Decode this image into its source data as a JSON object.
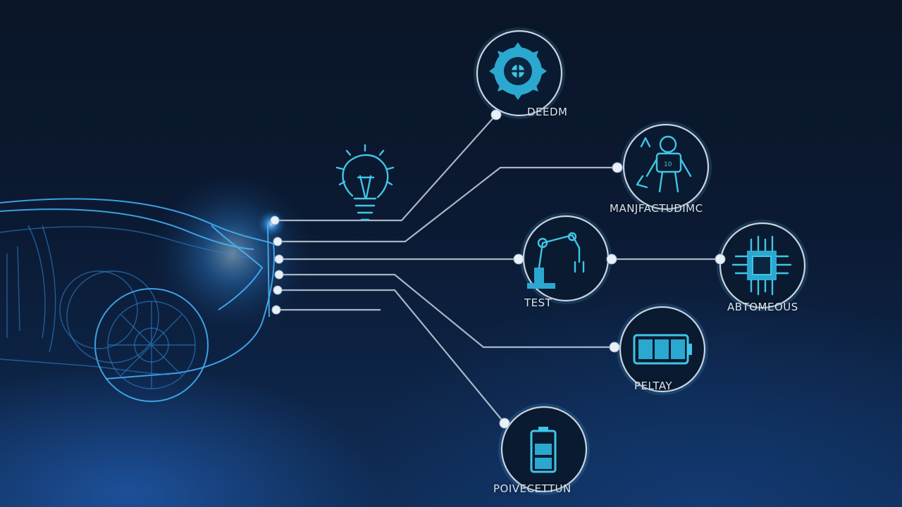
{
  "diagram": {
    "nodes": [
      {
        "id": "design",
        "label": "DEEDM",
        "icon": "gear-icon"
      },
      {
        "id": "manufacturing",
        "label": "MANJFACTUDIMC",
        "icon": "engineer-icon"
      },
      {
        "id": "test",
        "label": "TEST",
        "icon": "robot-arm-icon"
      },
      {
        "id": "autonomous",
        "label": "ABTOMEOUS",
        "icon": "chip-icon"
      },
      {
        "id": "battery",
        "label": "PELTAY",
        "icon": "battery-icon"
      },
      {
        "id": "powertrain",
        "label": "POIVECETTUN",
        "icon": "battery-vertical-icon"
      }
    ],
    "extra_icons": [
      "lightbulb-icon",
      "car-wireframe-icon"
    ],
    "colors": {
      "accent": "#3fc6e6",
      "glow": "#47b6ff",
      "connector": "#b9c6d6",
      "background": "#0b1a33"
    }
  }
}
